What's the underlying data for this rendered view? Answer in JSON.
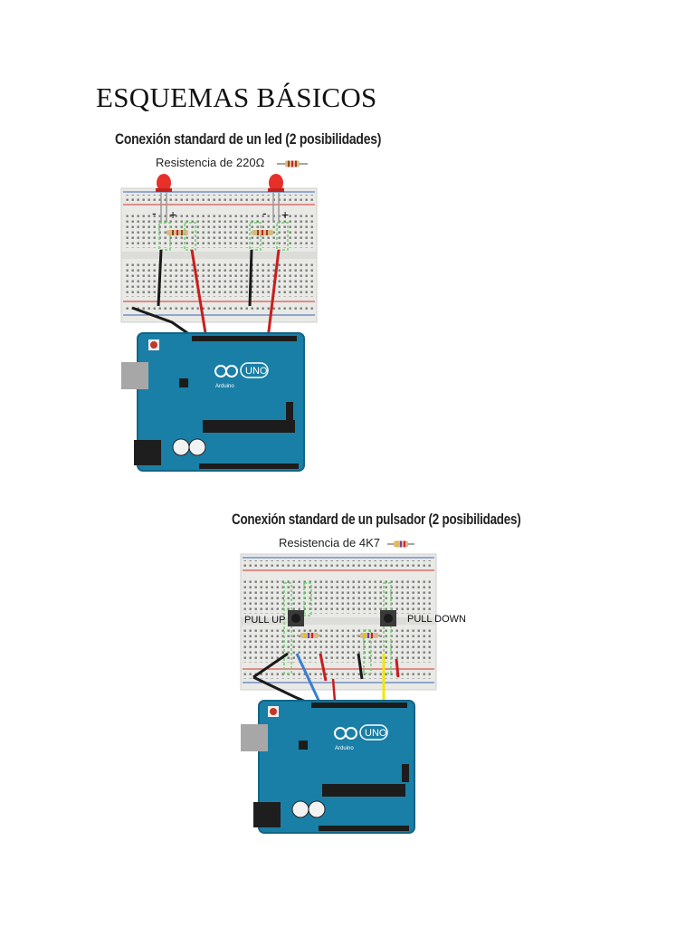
{
  "document": {
    "title": "ESQUEMAS BÁSICOS"
  },
  "figure1": {
    "title": "Conexión standard de un led (2 posibilidades)",
    "subtitle": "Resistencia de 220Ω",
    "polarity_minus": "-",
    "polarity_plus": "+",
    "board_logo": "UNO",
    "board_brand": "Arduino"
  },
  "figure2": {
    "title": "Conexión standard de un pulsador (2 posibilidades)",
    "subtitle": "Resistencia de 4K7",
    "label_pull_up": "PULL UP",
    "label_pull_down": "PULL DOWN",
    "board_logo": "UNO",
    "board_brand": "Arduino"
  },
  "colors": {
    "breadboard": "#e9e9e6",
    "rail_red": "#d2342e",
    "rail_blue": "#3b63b8",
    "arduino_blue": "#1a7fa6",
    "wire_black": "#1a1a1a",
    "wire_red": "#c81e1e",
    "wire_blue": "#3a7fd0",
    "wire_yellow": "#f2e600",
    "led_red": "#e8302a"
  }
}
